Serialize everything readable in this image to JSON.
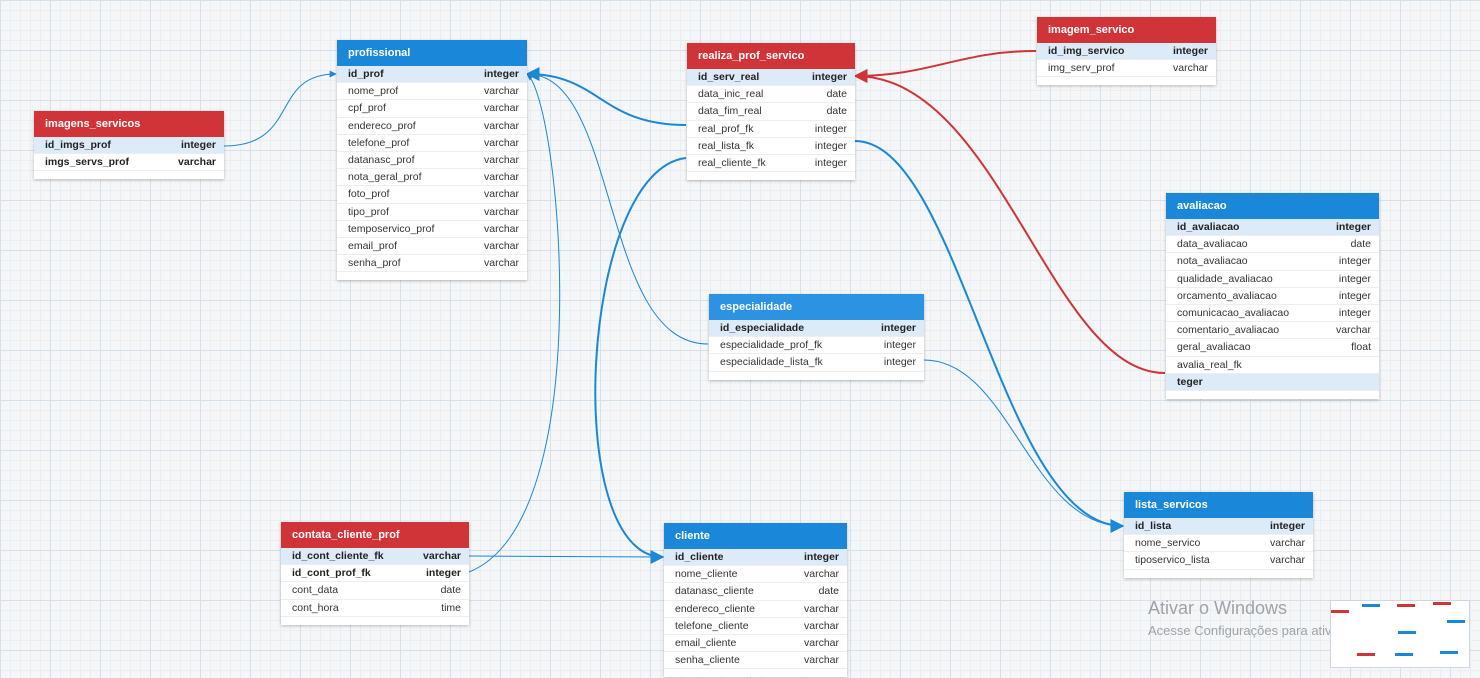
{
  "tables": {
    "imagens_servicos": {
      "title": "imagens_servicos",
      "rows": [
        {
          "name": "id_imgs_prof",
          "type": "integer"
        },
        {
          "name": "imgs_servs_prof",
          "type": "varchar"
        }
      ]
    },
    "profissional": {
      "title": "profissional",
      "rows": [
        {
          "name": "id_prof",
          "type": "integer"
        },
        {
          "name": "nome_prof",
          "type": "varchar"
        },
        {
          "name": "cpf_prof",
          "type": "varchar"
        },
        {
          "name": "endereco_prof",
          "type": "varchar"
        },
        {
          "name": "telefone_prof",
          "type": "varchar"
        },
        {
          "name": "datanasc_prof",
          "type": "varchar"
        },
        {
          "name": "nota_geral_prof",
          "type": "varchar"
        },
        {
          "name": "foto_prof",
          "type": "varchar"
        },
        {
          "name": "tipo_prof",
          "type": "varchar"
        },
        {
          "name": "temposervico_prof",
          "type": "varchar"
        },
        {
          "name": "email_prof",
          "type": "varchar"
        },
        {
          "name": "senha_prof",
          "type": "varchar"
        }
      ]
    },
    "realiza_prof_servico": {
      "title": "realiza_prof_servico",
      "rows": [
        {
          "name": "id_serv_real",
          "type": "integer"
        },
        {
          "name": "data_inic_real",
          "type": "date"
        },
        {
          "name": "data_fim_real",
          "type": "date"
        },
        {
          "name": "real_prof_fk",
          "type": "integer"
        },
        {
          "name": "real_lista_fk",
          "type": "integer"
        },
        {
          "name": "real_cliente_fk",
          "type": "integer"
        }
      ]
    },
    "imagem_servico": {
      "title": "imagem_servico",
      "rows": [
        {
          "name": "id_img_servico",
          "type": "integer"
        },
        {
          "name": "img_serv_prof",
          "type": "varchar"
        }
      ]
    },
    "avaliacao": {
      "title": "avaliacao",
      "rows": [
        {
          "name": "id_avaliacao",
          "type": "integer"
        },
        {
          "name": "data_avaliacao",
          "type": "date"
        },
        {
          "name": "nota_avaliacao",
          "type": "integer"
        },
        {
          "name": "qualidade_avaliacao",
          "type": "integer"
        },
        {
          "name": "orcamento_avaliacao",
          "type": "integer"
        },
        {
          "name": "comunicacao_avaliacao",
          "type": "integer"
        },
        {
          "name": "comentario_avaliacao",
          "type": "varchar"
        },
        {
          "name": "geral_avaliacao",
          "type": "float"
        },
        {
          "name": "avalia_real_fk",
          "type": ""
        },
        {
          "name": "teger",
          "type": ""
        }
      ]
    },
    "especialidade": {
      "title": "especialidade",
      "rows": [
        {
          "name": "id_especialidade",
          "type": "integer"
        },
        {
          "name": "especialidade_prof_fk",
          "type": "integer"
        },
        {
          "name": "especialidade_lista_fk",
          "type": "integer"
        }
      ]
    },
    "contata_cliente_prof": {
      "title": "contata_cliente_prof",
      "rows": [
        {
          "name": "id_cont_cliente_fk",
          "type": "varchar"
        },
        {
          "name": "id_cont_prof_fk",
          "type": "integer"
        },
        {
          "name": "cont_data",
          "type": "date"
        },
        {
          "name": "cont_hora",
          "type": "time"
        }
      ]
    },
    "cliente": {
      "title": "cliente",
      "rows": [
        {
          "name": "id_cliente",
          "type": "integer"
        },
        {
          "name": "nome_cliente",
          "type": "varchar"
        },
        {
          "name": "datanasc_cliente",
          "type": "date"
        },
        {
          "name": "endereco_cliente",
          "type": "varchar"
        },
        {
          "name": "telefone_cliente",
          "type": "varchar"
        },
        {
          "name": "email_cliente",
          "type": "varchar"
        },
        {
          "name": "senha_cliente",
          "type": "varchar"
        }
      ]
    },
    "lista_servicos": {
      "title": "lista_servicos",
      "rows": [
        {
          "name": "id_lista",
          "type": "integer"
        },
        {
          "name": "nome_servico",
          "type": "varchar"
        },
        {
          "name": "tiposervico_lista",
          "type": "varchar"
        }
      ]
    }
  },
  "watermark": {
    "title": "Ativar o Windows",
    "subtitle": "Acesse Configurações para ativar o Windows."
  },
  "colors": {
    "header_blue": "#1a87d8",
    "header_red": "#d13438",
    "link_blue": "#1a87d8",
    "link_red": "#d13438"
  }
}
